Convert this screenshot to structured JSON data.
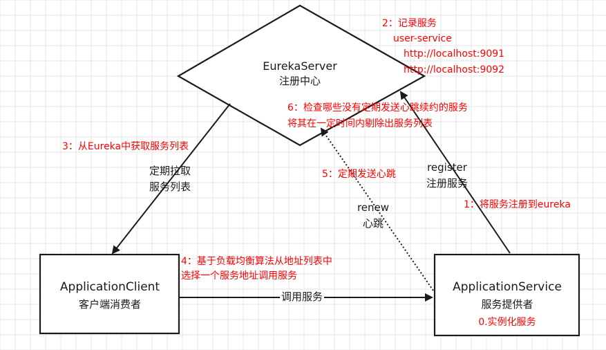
{
  "nodes": {
    "eureka_server": {
      "title": "EurekaServer",
      "subtitle": "注册中心"
    },
    "application_client": {
      "title": "ApplicationClient",
      "subtitle": "客户端消费者"
    },
    "application_service": {
      "title": "ApplicationService",
      "subtitle": "服务提供者",
      "note": "0.实例化服务"
    }
  },
  "edge_labels": {
    "pull_line1": "定期拉取",
    "pull_line2": "服务列表",
    "register_line1": "register",
    "register_line2": "注册服务",
    "renew_line1": "renew",
    "renew_line2": "心跳",
    "invoke": "调用服务"
  },
  "annotations": {
    "step1": "1：将服务注册到eureka",
    "step2_title": "2：记录服务",
    "step2_service": "user-service",
    "step2_url1": "http://localhost:9091",
    "step2_url2": "http://localhost:9092",
    "step3": "3：从Eureka中获取服务列表",
    "step4_line1": "4：基于负载均衡算法从地址列表中",
    "step4_line2": "选择一个服务地址调用服务",
    "step5": "5：定期发送心跳",
    "step6_line1": "6：检查哪些没有定期发送心跳续约的服务",
    "step6_line2": "将其在一定时间内剔除出服务列表"
  },
  "colors": {
    "annotation": "#ff0000",
    "stroke": "#1a1a1a",
    "grid": "#e6e6e6"
  }
}
